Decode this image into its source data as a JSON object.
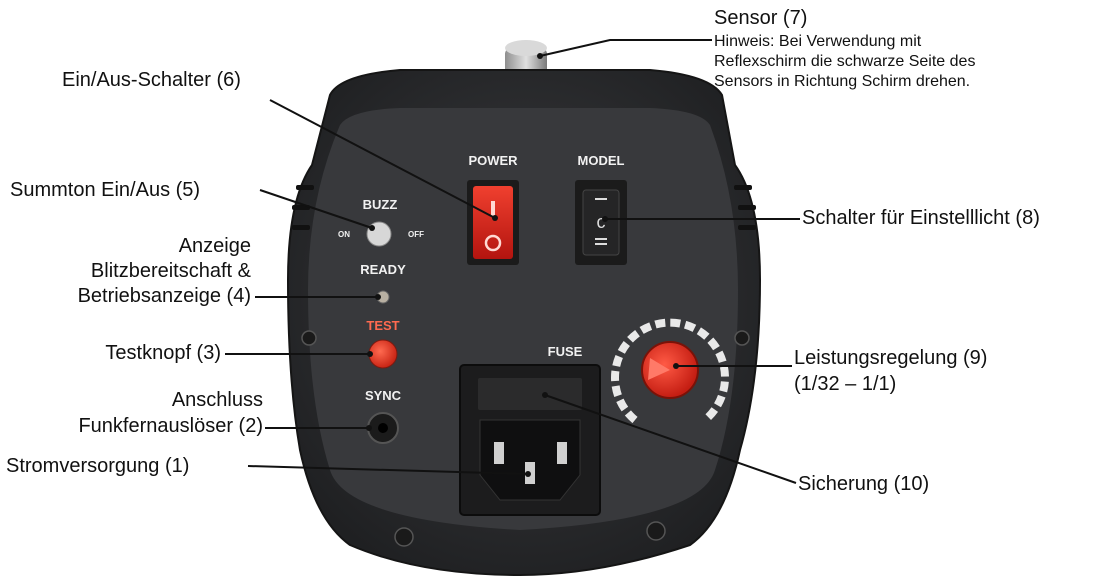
{
  "device": {
    "panel_labels": {
      "power": "POWER",
      "model": "MODEL",
      "buzz": "BUZZ",
      "on": "ON",
      "off": "OFF",
      "ready": "READY",
      "test": "TEST",
      "sync": "SYNC",
      "fuse": "FUSE"
    }
  },
  "callouts": {
    "sensor_title": "Sensor (7)",
    "sensor_note": [
      "Hinweis: Bei Verwendung mit",
      "Reflexschirm die schwarze Seite des",
      "Sensors in Richtung Schirm drehen."
    ],
    "power_switch": "Ein/Aus-Schalter (6)",
    "buzz": "Summton Ein/Aus (5)",
    "ready": [
      "Anzeige",
      "Blitzbereitschaft &",
      "Betriebsanzeige (4)"
    ],
    "test": "Testknopf (3)",
    "sync": [
      "Anschluss",
      "Funkfernauslöser (2)"
    ],
    "power_supply": "Stromversorgung (1)",
    "model_switch": "Schalter für Einstelllicht (8)",
    "power_control": [
      "Leistungsregelung (9)",
      "(1/32 – 1/1)"
    ],
    "fuse": "Sicherung (10)"
  },
  "colors": {
    "body": "#2b2c2e",
    "panel": "#3a3b3e",
    "power_switch": "#d4201e",
    "test_button": "#e8321f",
    "knob": "#e52b1d"
  }
}
